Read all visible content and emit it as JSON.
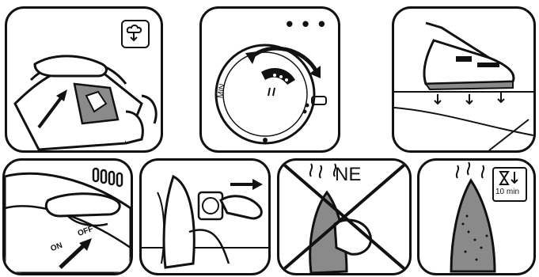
{
  "colors": {
    "ink": "#111111",
    "paper": "#ffffff",
    "soleplate": "#8a8a8a",
    "highlight": "#cfcfcf"
  },
  "panels": [
    {
      "id": "steam-burst-button",
      "icon": "steam-burst-icon"
    },
    {
      "id": "temperature-dial",
      "dial_min_label": "MIN",
      "dots_label": "• • •",
      "dash_label": "–"
    },
    {
      "id": "iron-on-heel-rest"
    },
    {
      "id": "switch-off",
      "on_label": "ON",
      "off_label": "OFF"
    },
    {
      "id": "unplug-iron"
    },
    {
      "id": "do-not-touch-soleplate",
      "warning_label": "NE"
    },
    {
      "id": "cool-down",
      "timer_label": "10 min"
    }
  ]
}
